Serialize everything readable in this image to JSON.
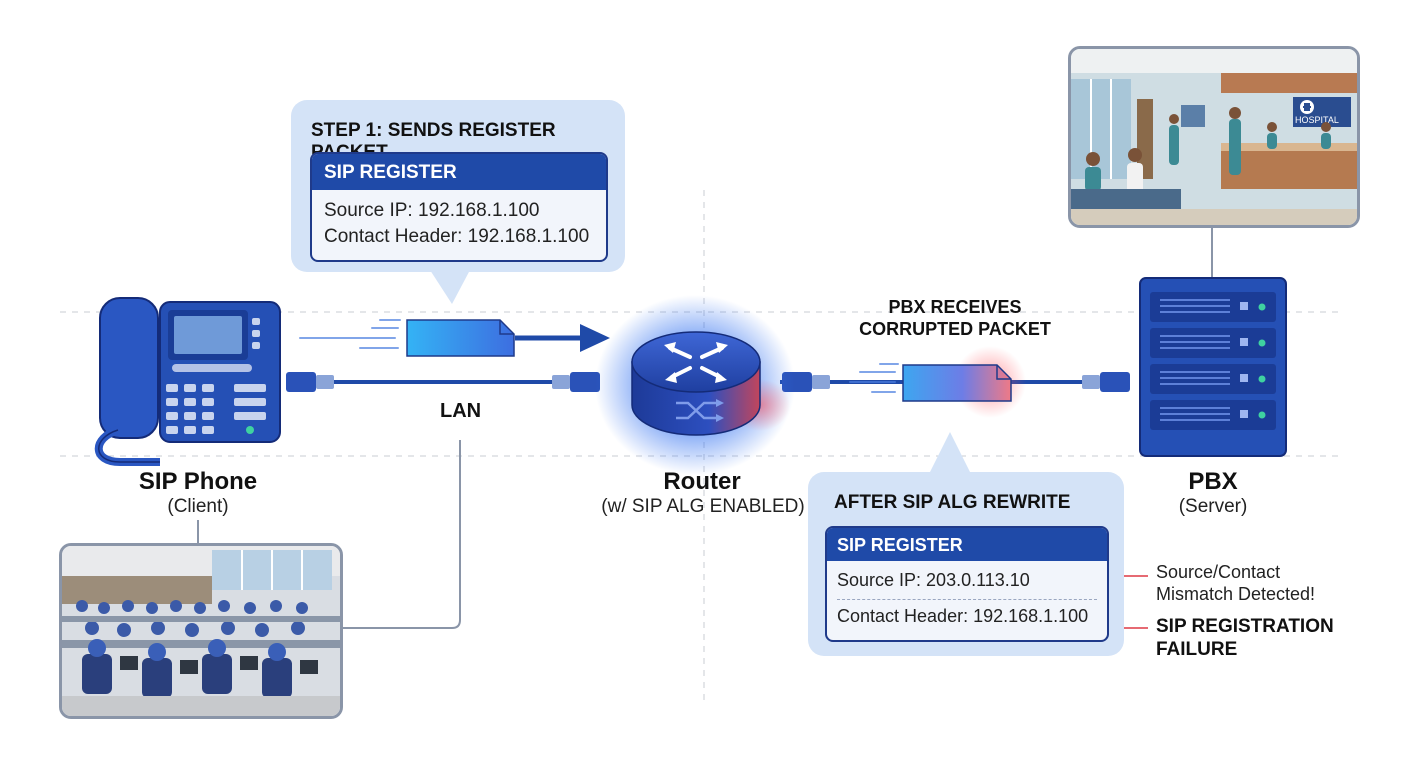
{
  "step1": {
    "heading": "STEP 1: SENDS REGISTER PACKET",
    "box_title": "SIP REGISTER",
    "source_ip": "Source IP: 192.168.1.100",
    "contact_header": "Contact Header: 192.168.1.100"
  },
  "lan_label": "LAN",
  "phone": {
    "title": "SIP Phone",
    "subtitle": "(Client)"
  },
  "router": {
    "title": "Router",
    "subtitle": "(w/ SIP ALG ENABLED)"
  },
  "pbx_receives": {
    "line1": "PBX RECEIVES",
    "line2": "CORRUPTED PACKET"
  },
  "after": {
    "heading": "AFTER SIP ALG REWRITE",
    "box_title": "SIP REGISTER",
    "source_ip": "Source IP: 203.0.113.10",
    "contact_header": "Contact Header: 192.168.1.100"
  },
  "mismatch": {
    "line1": "Source/Contact",
    "line2": "Mismatch Detected!"
  },
  "failure": {
    "line1": "SIP REGISTRATION",
    "line2": "FAILURE"
  },
  "pbx": {
    "title": "PBX",
    "subtitle": "(Server)"
  },
  "hospital_sign": "HOSPITAL",
  "colors": {
    "primary_blue": "#1f4aa8",
    "callout_bg": "#d4e3f7",
    "packet_blue": "#3aa6f0",
    "alert_red": "#e2555f"
  }
}
